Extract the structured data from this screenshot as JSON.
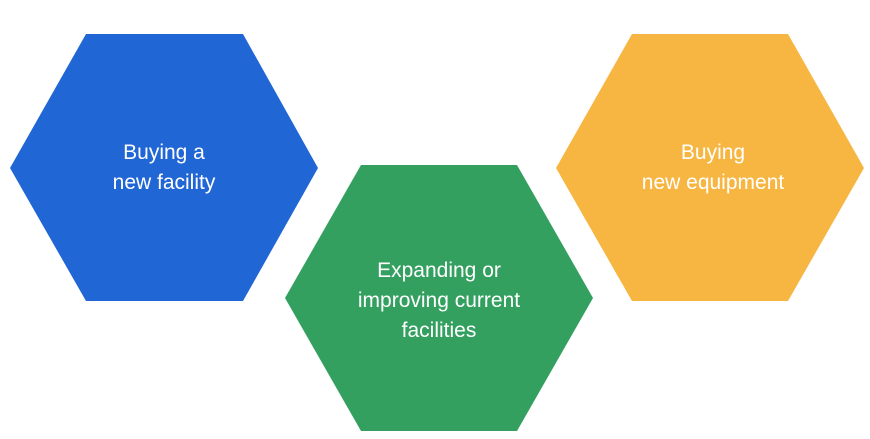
{
  "diagram": {
    "type": "hexagon-cluster",
    "items": [
      {
        "id": "buying-new-facility",
        "lines": [
          "Buying a",
          "new facility"
        ],
        "color": "#2166D5"
      },
      {
        "id": "expanding-current-facilities",
        "lines": [
          "Expanding or",
          "improving current",
          "facilities"
        ],
        "color": "#33A060"
      },
      {
        "id": "buying-new-equipment",
        "lines": [
          "Buying",
          "new equipment"
        ],
        "color": "#F7B541"
      }
    ]
  }
}
